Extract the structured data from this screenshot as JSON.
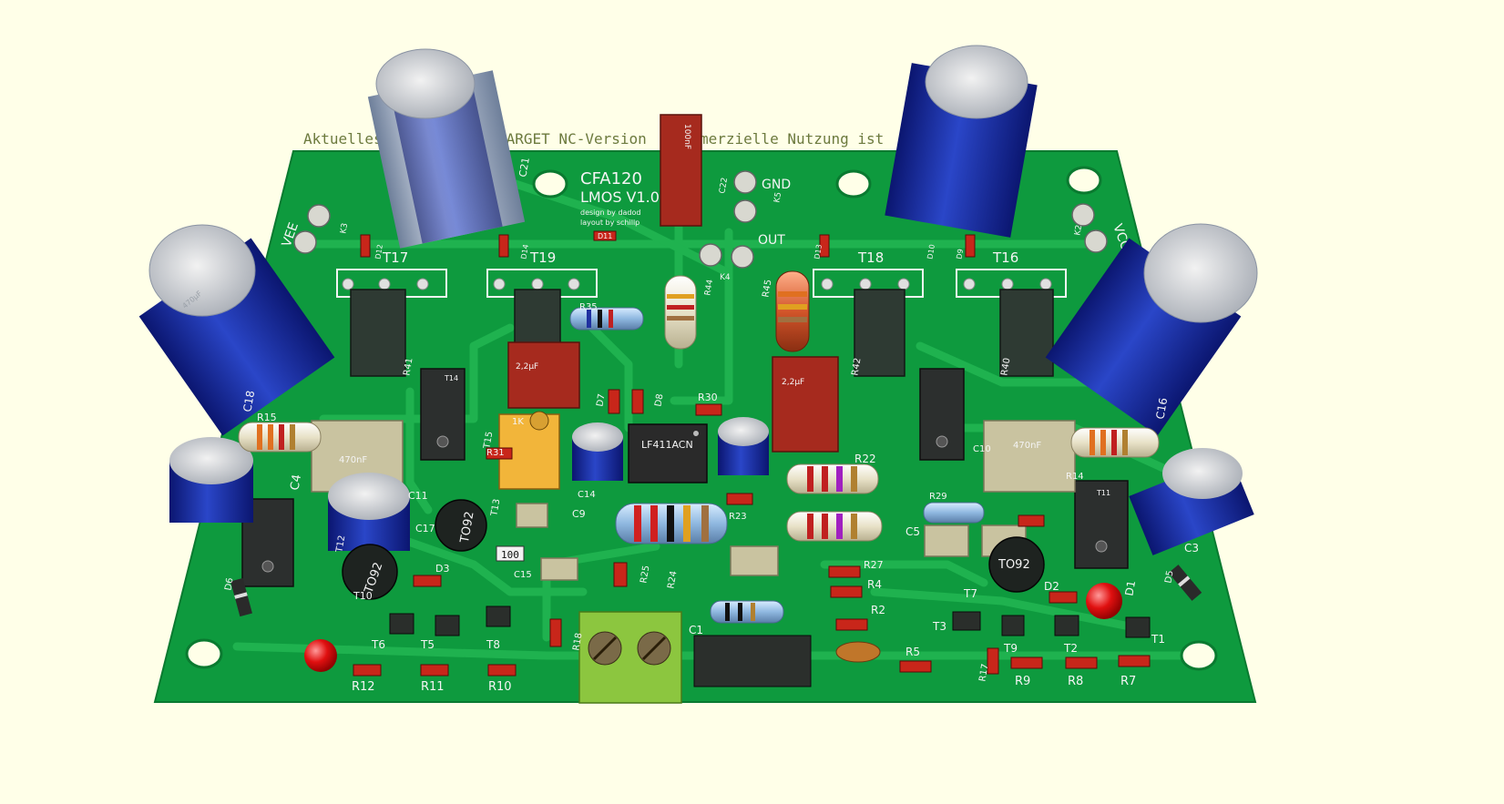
{
  "watermark": {
    "line1": "AktuellesP",
    "line2": "TARGET NC-Version",
    "line3": "merzielle Nutzung ist"
  },
  "board": {
    "title": "CFA120",
    "subtitle": "LMOS V1.0",
    "credit1": "design by dadod",
    "credit2": "layout by schillp"
  },
  "terminals": {
    "gnd": "GND",
    "out": "OUT",
    "vee": "VEE",
    "vcc": "VCC"
  },
  "refs": {
    "C21": "C21",
    "C22": "C22",
    "K5": "K5",
    "K3": "K3",
    "K2": "K2",
    "K4": "K4",
    "D12": "D12",
    "D14": "D14",
    "D11": "D11",
    "D13": "D13",
    "D10": "D10",
    "D9": "D9",
    "T17": "T17",
    "T19": "T19",
    "T18": "T18",
    "T16": "T16",
    "R35": "R35",
    "R44": "R44",
    "R45": "R45",
    "R41": "R41",
    "R42": "R42",
    "R40": "R40",
    "C18": "C18",
    "C16": "C16",
    "R15": "R15",
    "R14": "R14",
    "C10": "C10",
    "C11": "C11",
    "C4": "C4",
    "C17": "C17",
    "C14": "C14",
    "C9": "C9",
    "C15": "C15",
    "C5": "C5",
    "C3": "C3",
    "C1": "C1",
    "T15": "T15",
    "T14": "T14",
    "T13": "T13",
    "T12": "T12",
    "T10": "T10",
    "T11": "T11",
    "D7": "D7",
    "D8": "D8",
    "R30": "R30",
    "R31": "R31",
    "R22": "R22",
    "R23": "R23",
    "R29": "R29",
    "R27": "R27",
    "R4": "R4",
    "R2": "R2",
    "R5": "R5",
    "R24": "R24",
    "R25": "R25",
    "D3": "D3",
    "D6": "D6",
    "D5": "D5",
    "D2": "D2",
    "D1": "D1",
    "T6": "T6",
    "T5": "T5",
    "T8": "T8",
    "T3": "T3",
    "T7": "T7",
    "T9": "T9",
    "T2": "T2",
    "T1": "T1",
    "R12": "R12",
    "R11": "R11",
    "R10": "R10",
    "R18": "R18",
    "R17": "R17",
    "R9": "R9",
    "R8": "R8",
    "R7": "R7"
  },
  "markings": {
    "cap_film_top": "100nF",
    "cap_red_left": "2,2µF",
    "cap_red_right": "2,2µF",
    "cap_film_left": "470nF",
    "cap_film_right": "470nF",
    "ic": "LF411ACN",
    "trimpot": "1K",
    "to92_left": "TO92",
    "to92_mid": "TO92",
    "to92_right": "TO92",
    "smd_100": "100",
    "elko_big": "470µF"
  },
  "colors": {
    "background": "#FFFFE8",
    "pcb": "#0E9A3E",
    "trace": "#1FB24F",
    "silk": "#F4F4F4",
    "elko": "#1A2E9E",
    "film_red": "#A62A1E",
    "film_beige": "#C9C3A0",
    "terminal": "#8CC63F"
  }
}
